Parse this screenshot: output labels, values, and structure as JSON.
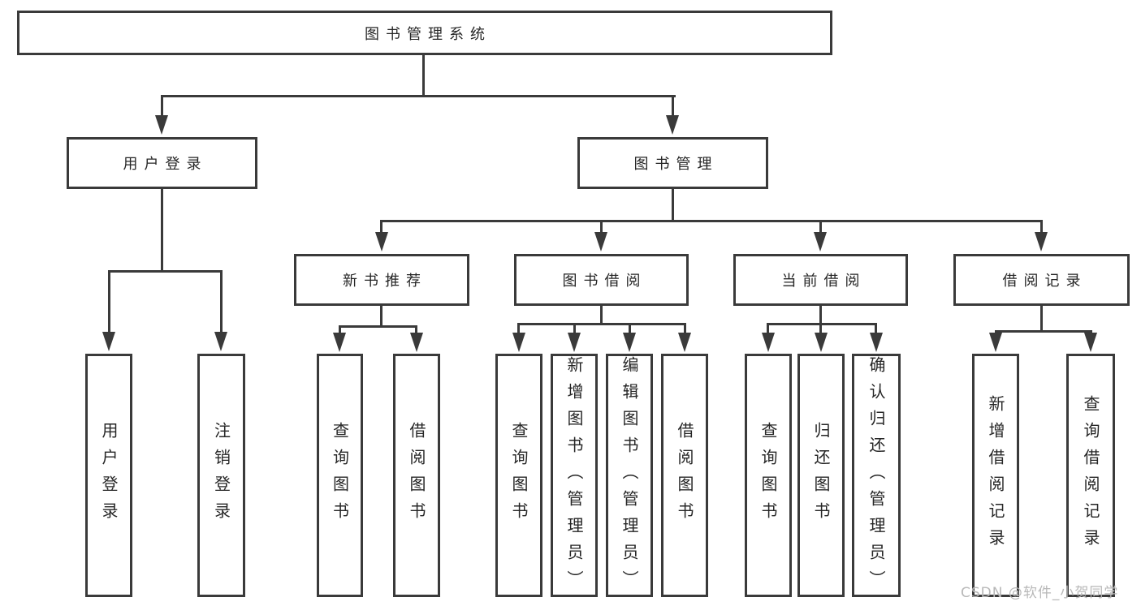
{
  "tree": {
    "root": {
      "label": "图书管理系统"
    },
    "branches": [
      {
        "label": "用户登录",
        "children": [
          "用户登录",
          "注销登录"
        ]
      },
      {
        "label": "图书管理",
        "groups": [
          {
            "label": "新书推荐",
            "children": [
              "查询图书",
              "借阅图书"
            ]
          },
          {
            "label": "图书借阅",
            "children": [
              "查询图书",
              "新增图书（管理员）",
              "编辑图书（管理员）",
              "借阅图书"
            ]
          },
          {
            "label": "当前借阅",
            "children": [
              "查询图书",
              "归还图书",
              "确认归还（管理员）"
            ]
          },
          {
            "label": "借阅记录",
            "children": [
              "新增借阅记录",
              "查询借阅记录"
            ]
          }
        ]
      }
    ]
  },
  "watermark": {
    "text": "CSDN @软件_小贺同学"
  },
  "colors": {
    "line": "#3a3a3a",
    "text": "#262626",
    "watermark": "#b8b8b8",
    "background": "#ffffff"
  }
}
